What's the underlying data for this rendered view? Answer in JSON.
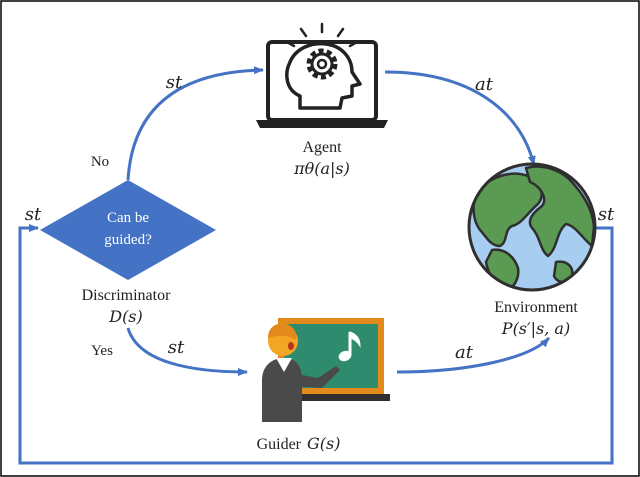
{
  "diagram": {
    "agent": {
      "label": "Agent",
      "policy": "πθ(a|s)"
    },
    "environment": {
      "label": "Environment",
      "transition": "P(s′|s, a)"
    },
    "discriminator": {
      "question": [
        "Can be",
        "guided?"
      ],
      "label": "Discriminator",
      "function": "D(s)"
    },
    "guider": {
      "label": "Guider",
      "function": "G(s)"
    },
    "edges": {
      "state_to_agent": "st",
      "agent_action": "at",
      "state_from_env": "st",
      "state_loop_left": "st",
      "state_to_guider": "st",
      "guider_action": "at",
      "no_branch": "No",
      "yes_branch": "Yes"
    }
  },
  "colors": {
    "arrow": "#4472c4",
    "diamond": "#4472c4",
    "globe_ocean": "#a7cdf0",
    "globe_land": "#5a9a52",
    "board": "#2e8b6e",
    "board_frame": "#e28a1b",
    "person_body": "#4a4a4a",
    "person_head": "#f2a623",
    "agent_icon": "#222222"
  }
}
